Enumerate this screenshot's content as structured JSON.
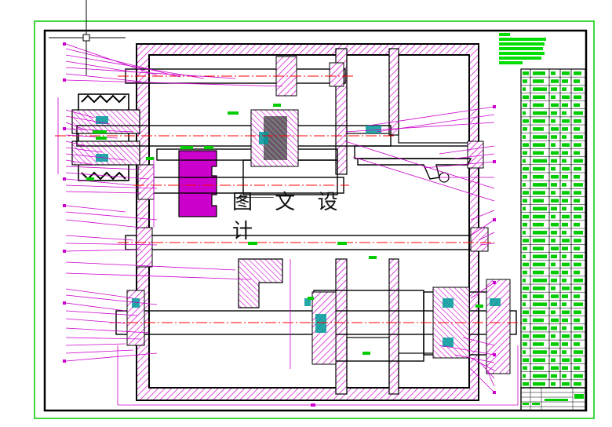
{
  "drawing": {
    "kind": "mechanical-assembly-drawing",
    "subject": "gearbox-cross-section"
  },
  "overlay": {
    "watermark_text": "图 文 设 计"
  },
  "colors": {
    "background": "#ffffff",
    "outer_border": "#00cc00",
    "frame_border": "#000000",
    "section_hatch": "#cc00cc",
    "leader_lines": "#cc00cc",
    "centerlines": "#ff0000",
    "dimension_text": "#00cc00",
    "table_lines": "#000000",
    "cad_cursor": "#000000"
  },
  "title_block": {
    "tech_notes_lines": 7,
    "parts_table_rows": 40,
    "parts_table_cols": 5
  }
}
